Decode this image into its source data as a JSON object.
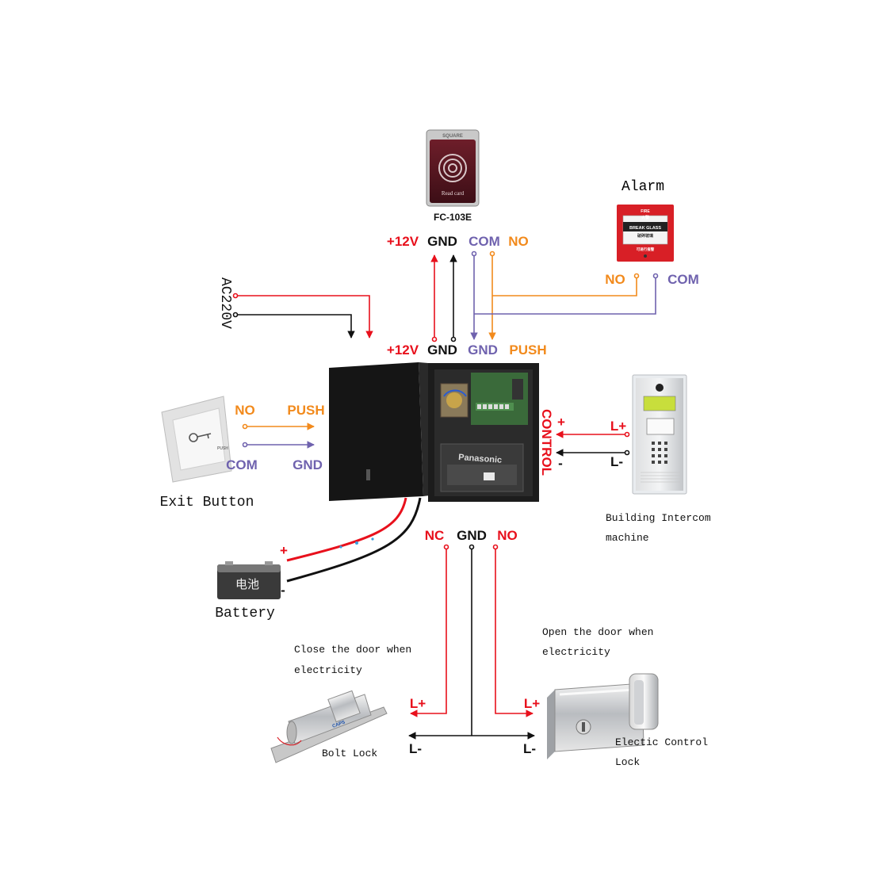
{
  "colors": {
    "red": "#e8101c",
    "black": "#111111",
    "purple": "#6f62ae",
    "orange": "#f28a1c"
  },
  "reader": {
    "model": "FC-103E",
    "card_text": "Read card",
    "top_text": "SQUARE",
    "pins": [
      "+12V",
      "GND",
      "COM",
      "NO"
    ]
  },
  "alarm": {
    "title": "Alarm",
    "panel_text": [
      "FIRE",
      "火警",
      "BREAK GLASS",
      "破碎玻璃",
      "可进行报警"
    ],
    "no_label": "NO",
    "com_label": "COM"
  },
  "ac_power": {
    "label": "AC220V"
  },
  "power_supply": {
    "terminals": [
      "+12V",
      "GND",
      "GND",
      "PUSH"
    ],
    "battery_brand": "Panasonic",
    "control_label": "CONTROL",
    "control_plus": "+",
    "control_minus": "-"
  },
  "exit_button": {
    "caption": "Exit Button",
    "key_text": "PUSH",
    "no_label": "NO",
    "push_label": "PUSH",
    "com_label": "COM",
    "gnd_label": "GND"
  },
  "intercom": {
    "caption_line1": "Building Intercom",
    "caption_line2": "machine",
    "lplus": "L+",
    "lminus": "L-"
  },
  "battery": {
    "caption": "Battery",
    "chinese_label": "电池",
    "plus": "+",
    "minus": "-"
  },
  "lock_output": {
    "nc": "NC",
    "gnd": "GND",
    "no": "NO"
  },
  "bolt_lock": {
    "caption": "Bolt Lock",
    "note_line1": "Close the door when",
    "note_line2": "electricity",
    "lplus": "L+",
    "lminus": "L-",
    "brand": "CAPS"
  },
  "electric_lock": {
    "caption_line1": "Electic Control",
    "caption_line2": "Lock",
    "note_line1": "Open the door when",
    "note_line2": "electricity",
    "lplus": "L+",
    "lminus": "L-"
  }
}
